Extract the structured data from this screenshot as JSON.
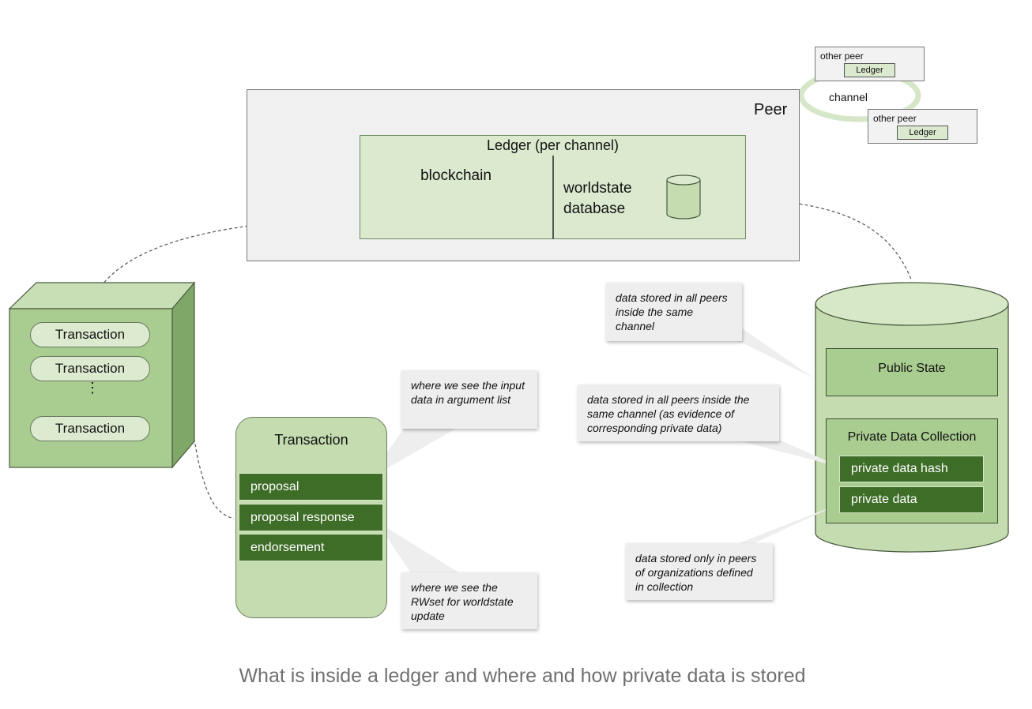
{
  "caption": "What is inside a ledger and where and how private data is stored",
  "peer": {
    "label": "Peer",
    "ledger_header": "Ledger (per channel)",
    "blockchain_label": "blockchain",
    "worldstate_label_line1": "worldstate",
    "worldstate_label_line2": "database"
  },
  "channel": {
    "label": "channel",
    "other_peers": [
      {
        "label": "other peer",
        "ledger": "Ledger"
      },
      {
        "label": "other peer",
        "ledger": "Ledger"
      }
    ]
  },
  "block": {
    "transactions": [
      "Transaction",
      "Transaction",
      "Transaction"
    ],
    "ellipsis": "⋮"
  },
  "transaction_detail": {
    "title": "Transaction",
    "rows": [
      "proposal",
      "proposal response",
      "endorsement"
    ]
  },
  "callouts": {
    "argument_list": "where we see the input data in argument list",
    "rwset": "where we see the RWset for worldstate update",
    "public_state": "data stored in all peers inside the same channel",
    "private_hash": "data stored in all peers inside the same channel (as evidence of corresponding private data)",
    "private_data": "data stored only in peers of organizations defined in collection"
  },
  "database": {
    "public_state": "Public State",
    "private_collection_title": "Private Data Collection",
    "private_data_hash": "private data hash",
    "private_data": "private data"
  },
  "colors": {
    "light_green": "#dbe9cf",
    "mid_green": "#a9cc90",
    "dark_green": "#3e6d28",
    "callout_bg": "#eeeeee",
    "caption_gray": "#707070"
  }
}
